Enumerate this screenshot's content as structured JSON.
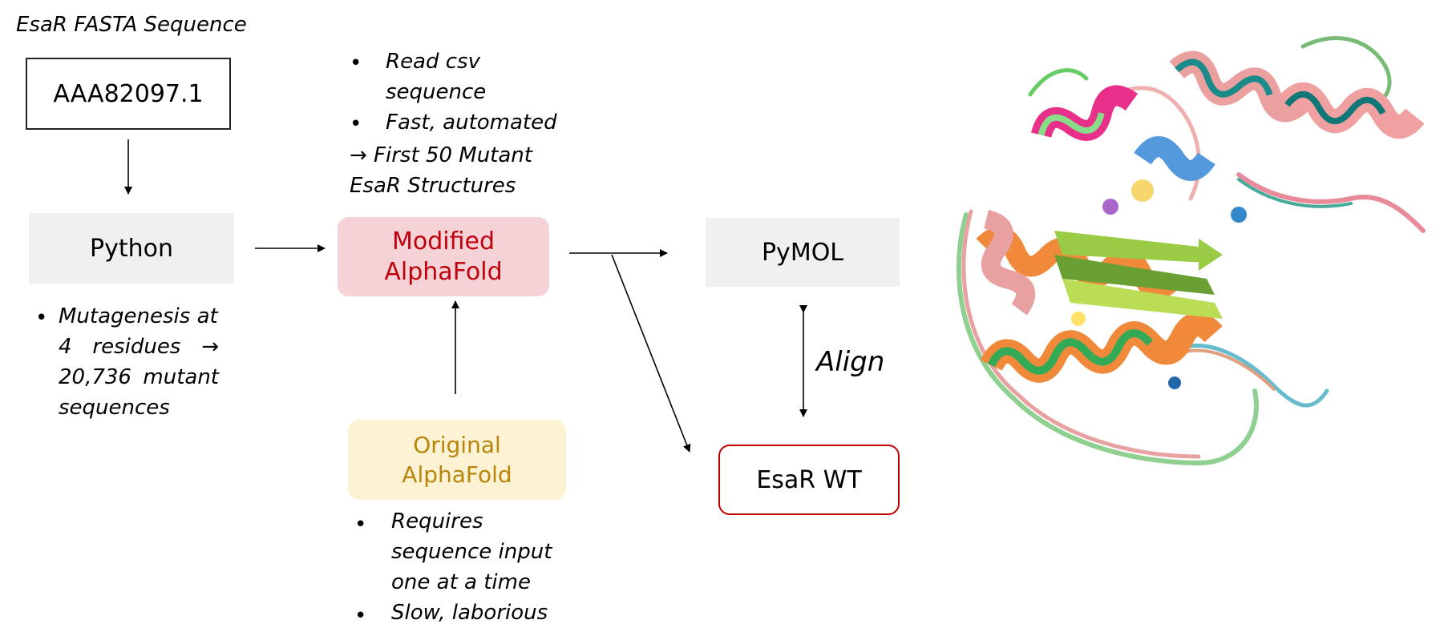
{
  "fasta_title": "EsaR FASTA Sequence",
  "accession": "AAA82097.1",
  "python": "Python",
  "python_bullet": {
    "line1": "Mutagenesis at",
    "line2_a": "4",
    "line2_b": "residues",
    "line2_c": "→",
    "line3_a": "20,736",
    "line3_b": "mutant",
    "line4": "sequences"
  },
  "modified_top": {
    "bullet1_line1": "Read csv",
    "bullet1_line2": "sequence",
    "bullet2": "Fast, automated",
    "result_line1": "→ First 50 Mutant",
    "result_line2": "EsaR Structures"
  },
  "modified_alphafold": {
    "line1": "Modified",
    "line2": "AlphaFold"
  },
  "original_alphafold": {
    "line1": "Original",
    "line2": "AlphaFold"
  },
  "original_bullets": {
    "b1_line1": "Requires",
    "b1_line2": "sequence input",
    "b1_line3": "one at a time",
    "b2": "Slow, laborious"
  },
  "pymol": "PyMOL",
  "align": "Align",
  "esar_wt": "EsaR WT",
  "bullet_glyph": "•",
  "colors": {
    "modified_fill": "#f4d2d6",
    "modified_text": "#c0000c",
    "original_fill": "#fdf2d4",
    "original_text": "#b8860b",
    "gray_fill": "#f0f0f0",
    "wt_border": "#c00000"
  }
}
